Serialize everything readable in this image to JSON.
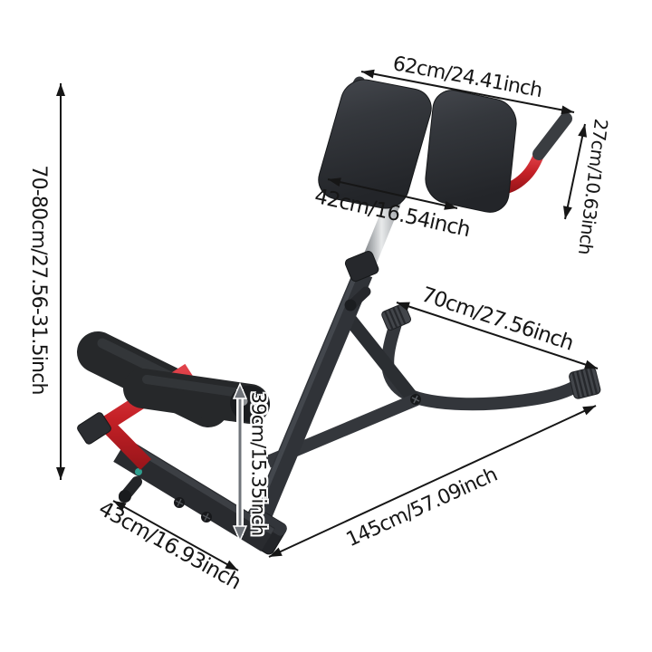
{
  "product": {
    "name": "Adjustable Roman chair hyperextension back-extension bench",
    "view": "dimension annotation diagram on white background"
  },
  "dimensions": {
    "pad_width": "62cm/24.41inch",
    "handle_length": "27cm/10.63inch",
    "pad_inner_width": "42cm/16.54inch",
    "footrest_width": "70cm/27.56inch",
    "adjustable_height": "70-80cm/27.56-31.5inch",
    "front_height": "39cm/15.35inch",
    "base_width": "43cm/16.93inch",
    "overall_length": "145cm/57.09inch"
  },
  "colors": {
    "background": "#ffffff",
    "annotation": "#161616",
    "accent_red": "#c52127",
    "frame_dark": "#303338",
    "pad_black": "#2b2d31",
    "chrome": "#c9ccce"
  }
}
